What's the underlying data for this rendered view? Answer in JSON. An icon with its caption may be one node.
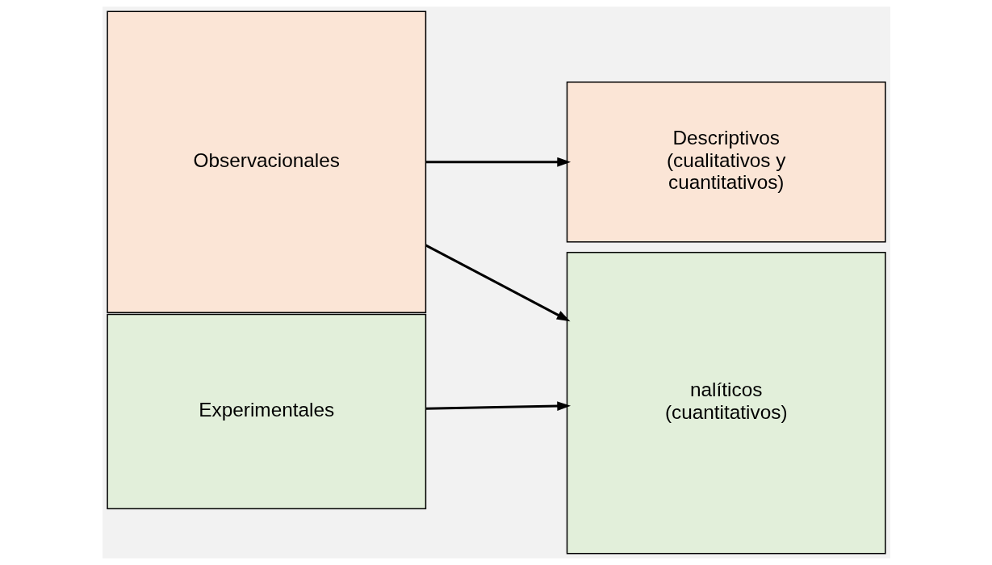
{
  "diagram": {
    "nodes": [
      {
        "text": [
          "Observacionales"
        ]
      },
      {
        "text": [
          "Experimentales"
        ]
      },
      {
        "text": [
          "Descriptivos (cualitativos y cuantitativos)"
        ]
      },
      {
        "text": [
          "nalíticos (cuantitativos)"
        ]
      }
    ],
    "edges": [
      {
        "from": 0,
        "to": 2,
        "arrow": "to"
      },
      {
        "from": 0,
        "to": 3,
        "arrow": "to"
      },
      {
        "from": 1,
        "to": 3,
        "arrow": "to"
      }
    ]
  }
}
